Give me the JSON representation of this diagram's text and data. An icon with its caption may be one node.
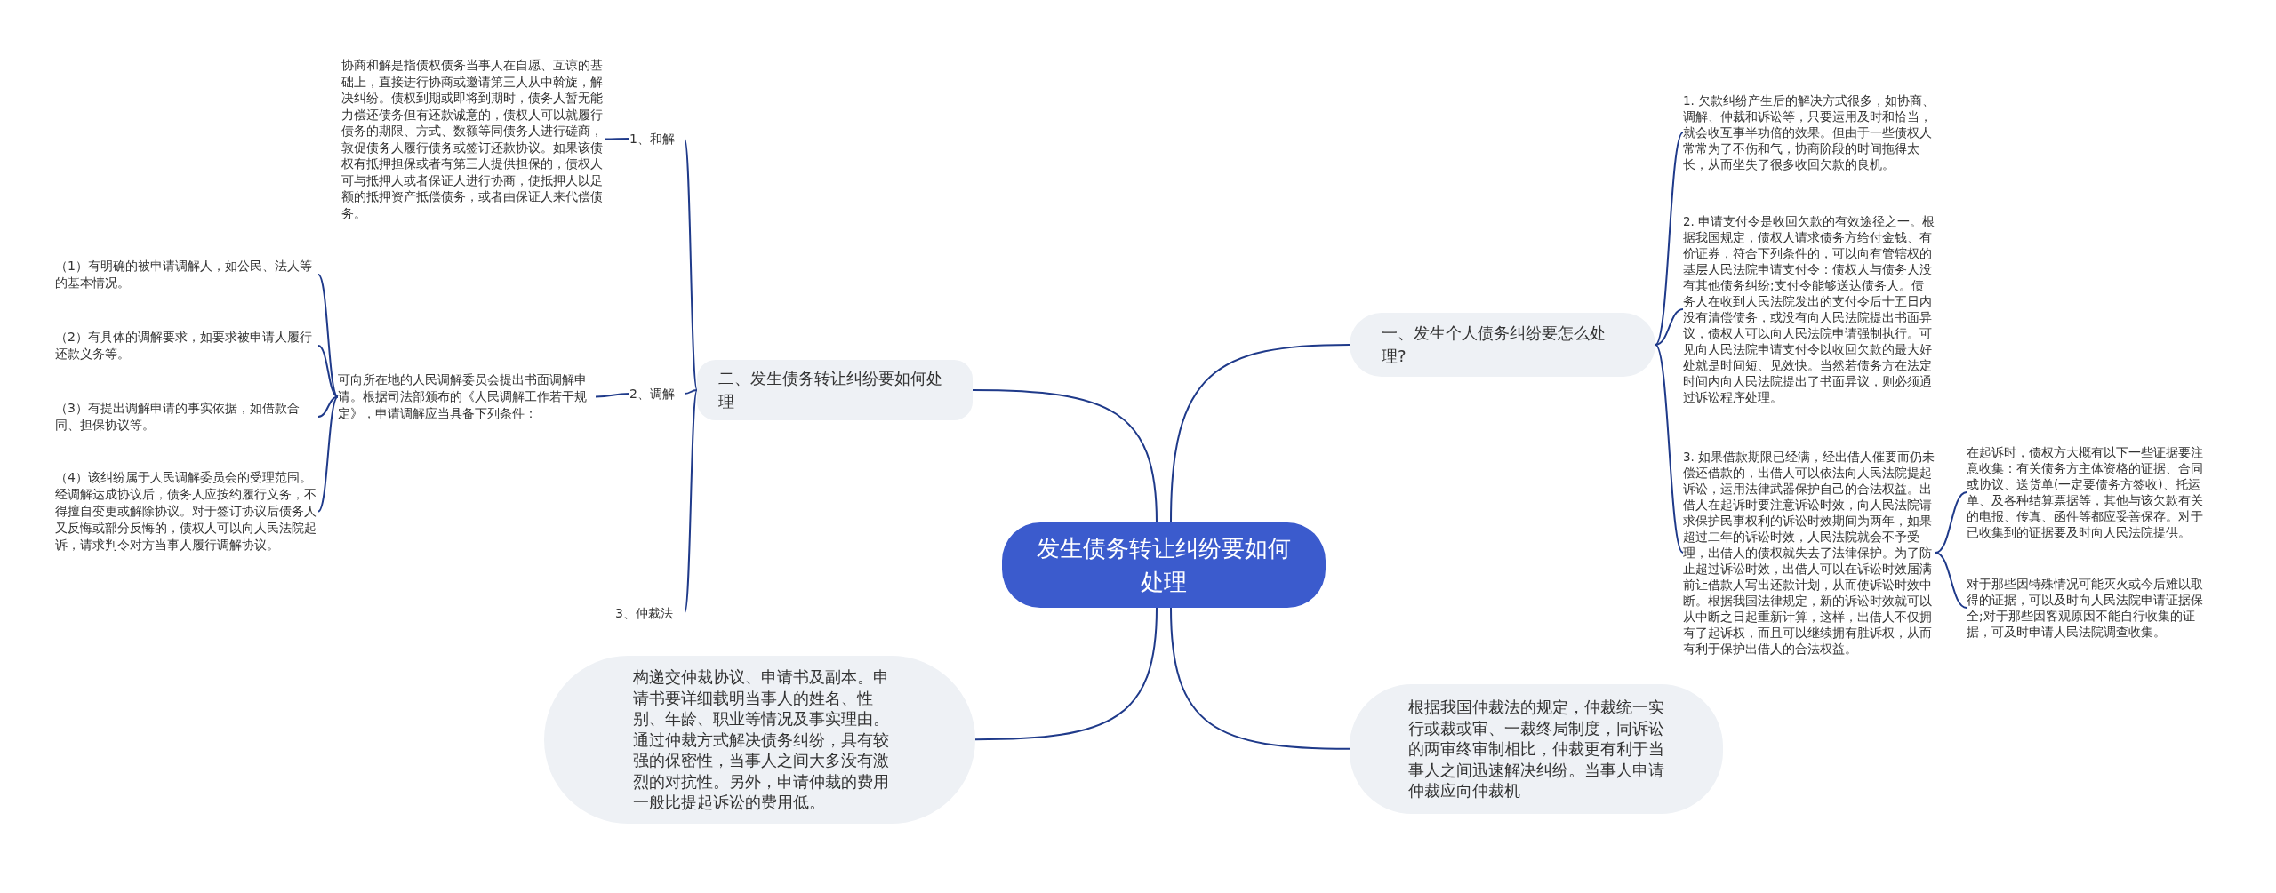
{
  "diagram": {
    "nodes": [
      {
        "text": [
          "发生债务转让纠纷要如何处理"
        ]
      },
      {
        "text": [
          "二、发生债务转让纠纷要如何处理"
        ]
      },
      {
        "text": [
          "1、和解"
        ]
      },
      {
        "text": [
          "协商和解是指债权债务当事人在自愿、互谅的基础上，直接进行协商或邀请第三人从中斡旋，解决纠纷。债权到期或即将到期时，债务人暂无能力偿还债务但有还款诚意的，债权人可以就履行债务的期限、方式、数额等同债务人进行磋商，敦促债务人履行债务或签订还款协议。如果该债权有抵押担保或者有第三人提供担保的，债权人可与抵押人或者保证人进行协商，使抵押人以足额的抵押资产抵偿债务，或者由保证人来代偿债务。"
        ]
      },
      {
        "text": [
          "2、调解"
        ]
      },
      {
        "text": [
          "可向所在地的人民调解委员会提出书面调解申请。根据司法部颁布的《人民调解工作若干规定》，申请调解应当具备下列条件："
        ]
      },
      {
        "text": [
          "（1）有明确的被申请调解人，如公民、法人等的基本情况。"
        ]
      },
      {
        "text": [
          "（2）有具体的调解要求，如要求被申请人履行还款义务等。"
        ]
      },
      {
        "text": [
          "（3）有提出调解申请的事实依据，如借款合同、担保协议等。"
        ]
      },
      {
        "text": [
          "（4）该纠纷属于人民调解委员会的受理范围。经调解达成协议后，债务人应按约履行义务，不得擅自变更或解除协议。对于签订协议后债务人又反悔或部分反悔的，债权人可以向人民法院起诉，请求判令对方当事人履行调解协议。"
        ]
      },
      {
        "text": [
          "3、仲裁法"
        ]
      },
      {
        "text": [
          "构递交仲裁协议、申请书及副本。申请书要详细载明当事人的姓名、性别、年龄、职业等情况及事实理由。通过仲裁方式解决债务纠纷，具有较强的保密性，当事人之间大多没有激烈的对抗性。另外，申请仲裁的费用一般比提起诉讼的费用低。"
        ]
      },
      {
        "text": [
          "一、发生个人债务纠纷要怎么处理?"
        ]
      },
      {
        "text": [
          "1. 欠款纠纷产生后的解决方式很多，如协商、调解、仲裁和诉讼等，只要运用及时和恰当，就会收互事半功倍的效果。但由于一些债权人常常为了不伤和气，协商阶段的时间拖得太长，从而坐失了很多收回欠款的良机。"
        ]
      },
      {
        "text": [
          "2. 申请支付令是收回欠款的有效途径之一。根据我国规定，债权人请求债务方给付金钱、有价证券，符合下列条件的，可以向有管辖权的基层人民法院申请支付令：债权人与债务人没有其他债务纠纷;支付令能够送达债务人。债务人在收到人民法院发出的支付令后十五日内没有清偿债务，或没有向人民法院提出书面异议，债权人可以向人民法院申请强制执行。可见向人民法院申请支付令以收回欠款的最大好处就是时间短、见效快。当然若债务方在法定时间内向人民法院提出了书面异议，则必须通过诉讼程序处理。"
        ]
      },
      {
        "text": [
          "3. 如果借款期限已经满，经出借人催要而仍未偿还借款的，出借人可以依法向人民法院提起诉讼，运用法律武器保护自己的合法权益。出借人在起诉时要注意诉讼时效，向人民法院请求保护民事权利的诉讼时效期间为两年，如果超过二年的诉讼时效，人民法院就会不予受理，出借人的债权就失去了法律保护。为了防止超过诉讼时效，出借人可以在诉讼时效届满前让借款人写出还款计划，从而使诉讼时效中断。根据我国法律规定，新的诉讼时效就可以从中断之日起重新计算，这样，出借人不仅拥有了起诉权，而且可以继续拥有胜诉权，从而有利于保护出借人的合法权益。"
        ]
      },
      {
        "text": [
          "在起诉时，债权方大概有以下一些证据要注意收集：有关债务方主体资格的证据、合同或协议、送货单(一定要债务方签收)、托运单、及各种结算票据等，其他与该欠款有关的电报、传真、函件等都应妥善保存。对于已收集到的证据要及时向人民法院提供。"
        ]
      },
      {
        "text": [
          "对于那些因特殊情况可能灭火或今后难以取得的证据，可以及时向人民法院申请证据保全;对于那些因客观原因不能自行收集的证据，可及时申请人民法院调查收集。"
        ]
      },
      {
        "text": [
          "根据我国仲裁法的规定，仲裁统一实行或裁或审、一裁终局制度，同诉讼的两审终审制相比，仲裁更有利于当事人之间迅速解决纠纷。当事人申请仲裁应向仲裁机"
        ]
      }
    ],
    "edges": [
      {
        "from": 0,
        "to": 1,
        "arrow": "none"
      },
      {
        "from": 1,
        "to": 2,
        "arrow": "none"
      },
      {
        "from": 2,
        "to": 3,
        "arrow": "none"
      },
      {
        "from": 1,
        "to": 4,
        "arrow": "none"
      },
      {
        "from": 4,
        "to": 5,
        "arrow": "none"
      },
      {
        "from": 5,
        "to": 6,
        "arrow": "none"
      },
      {
        "from": 5,
        "to": 7,
        "arrow": "none"
      },
      {
        "from": 5,
        "to": 8,
        "arrow": "none"
      },
      {
        "from": 5,
        "to": 9,
        "arrow": "none"
      },
      {
        "from": 1,
        "to": 10,
        "arrow": "none"
      },
      {
        "from": 0,
        "to": 11,
        "arrow": "none"
      },
      {
        "from": 0,
        "to": 12,
        "arrow": "none"
      },
      {
        "from": 12,
        "to": 13,
        "arrow": "none"
      },
      {
        "from": 12,
        "to": 14,
        "arrow": "none"
      },
      {
        "from": 12,
        "to": 15,
        "arrow": "none"
      },
      {
        "from": 15,
        "to": 16,
        "arrow": "none"
      },
      {
        "from": 15,
        "to": 17,
        "arrow": "none"
      },
      {
        "from": 0,
        "to": 18,
        "arrow": "none"
      }
    ]
  }
}
